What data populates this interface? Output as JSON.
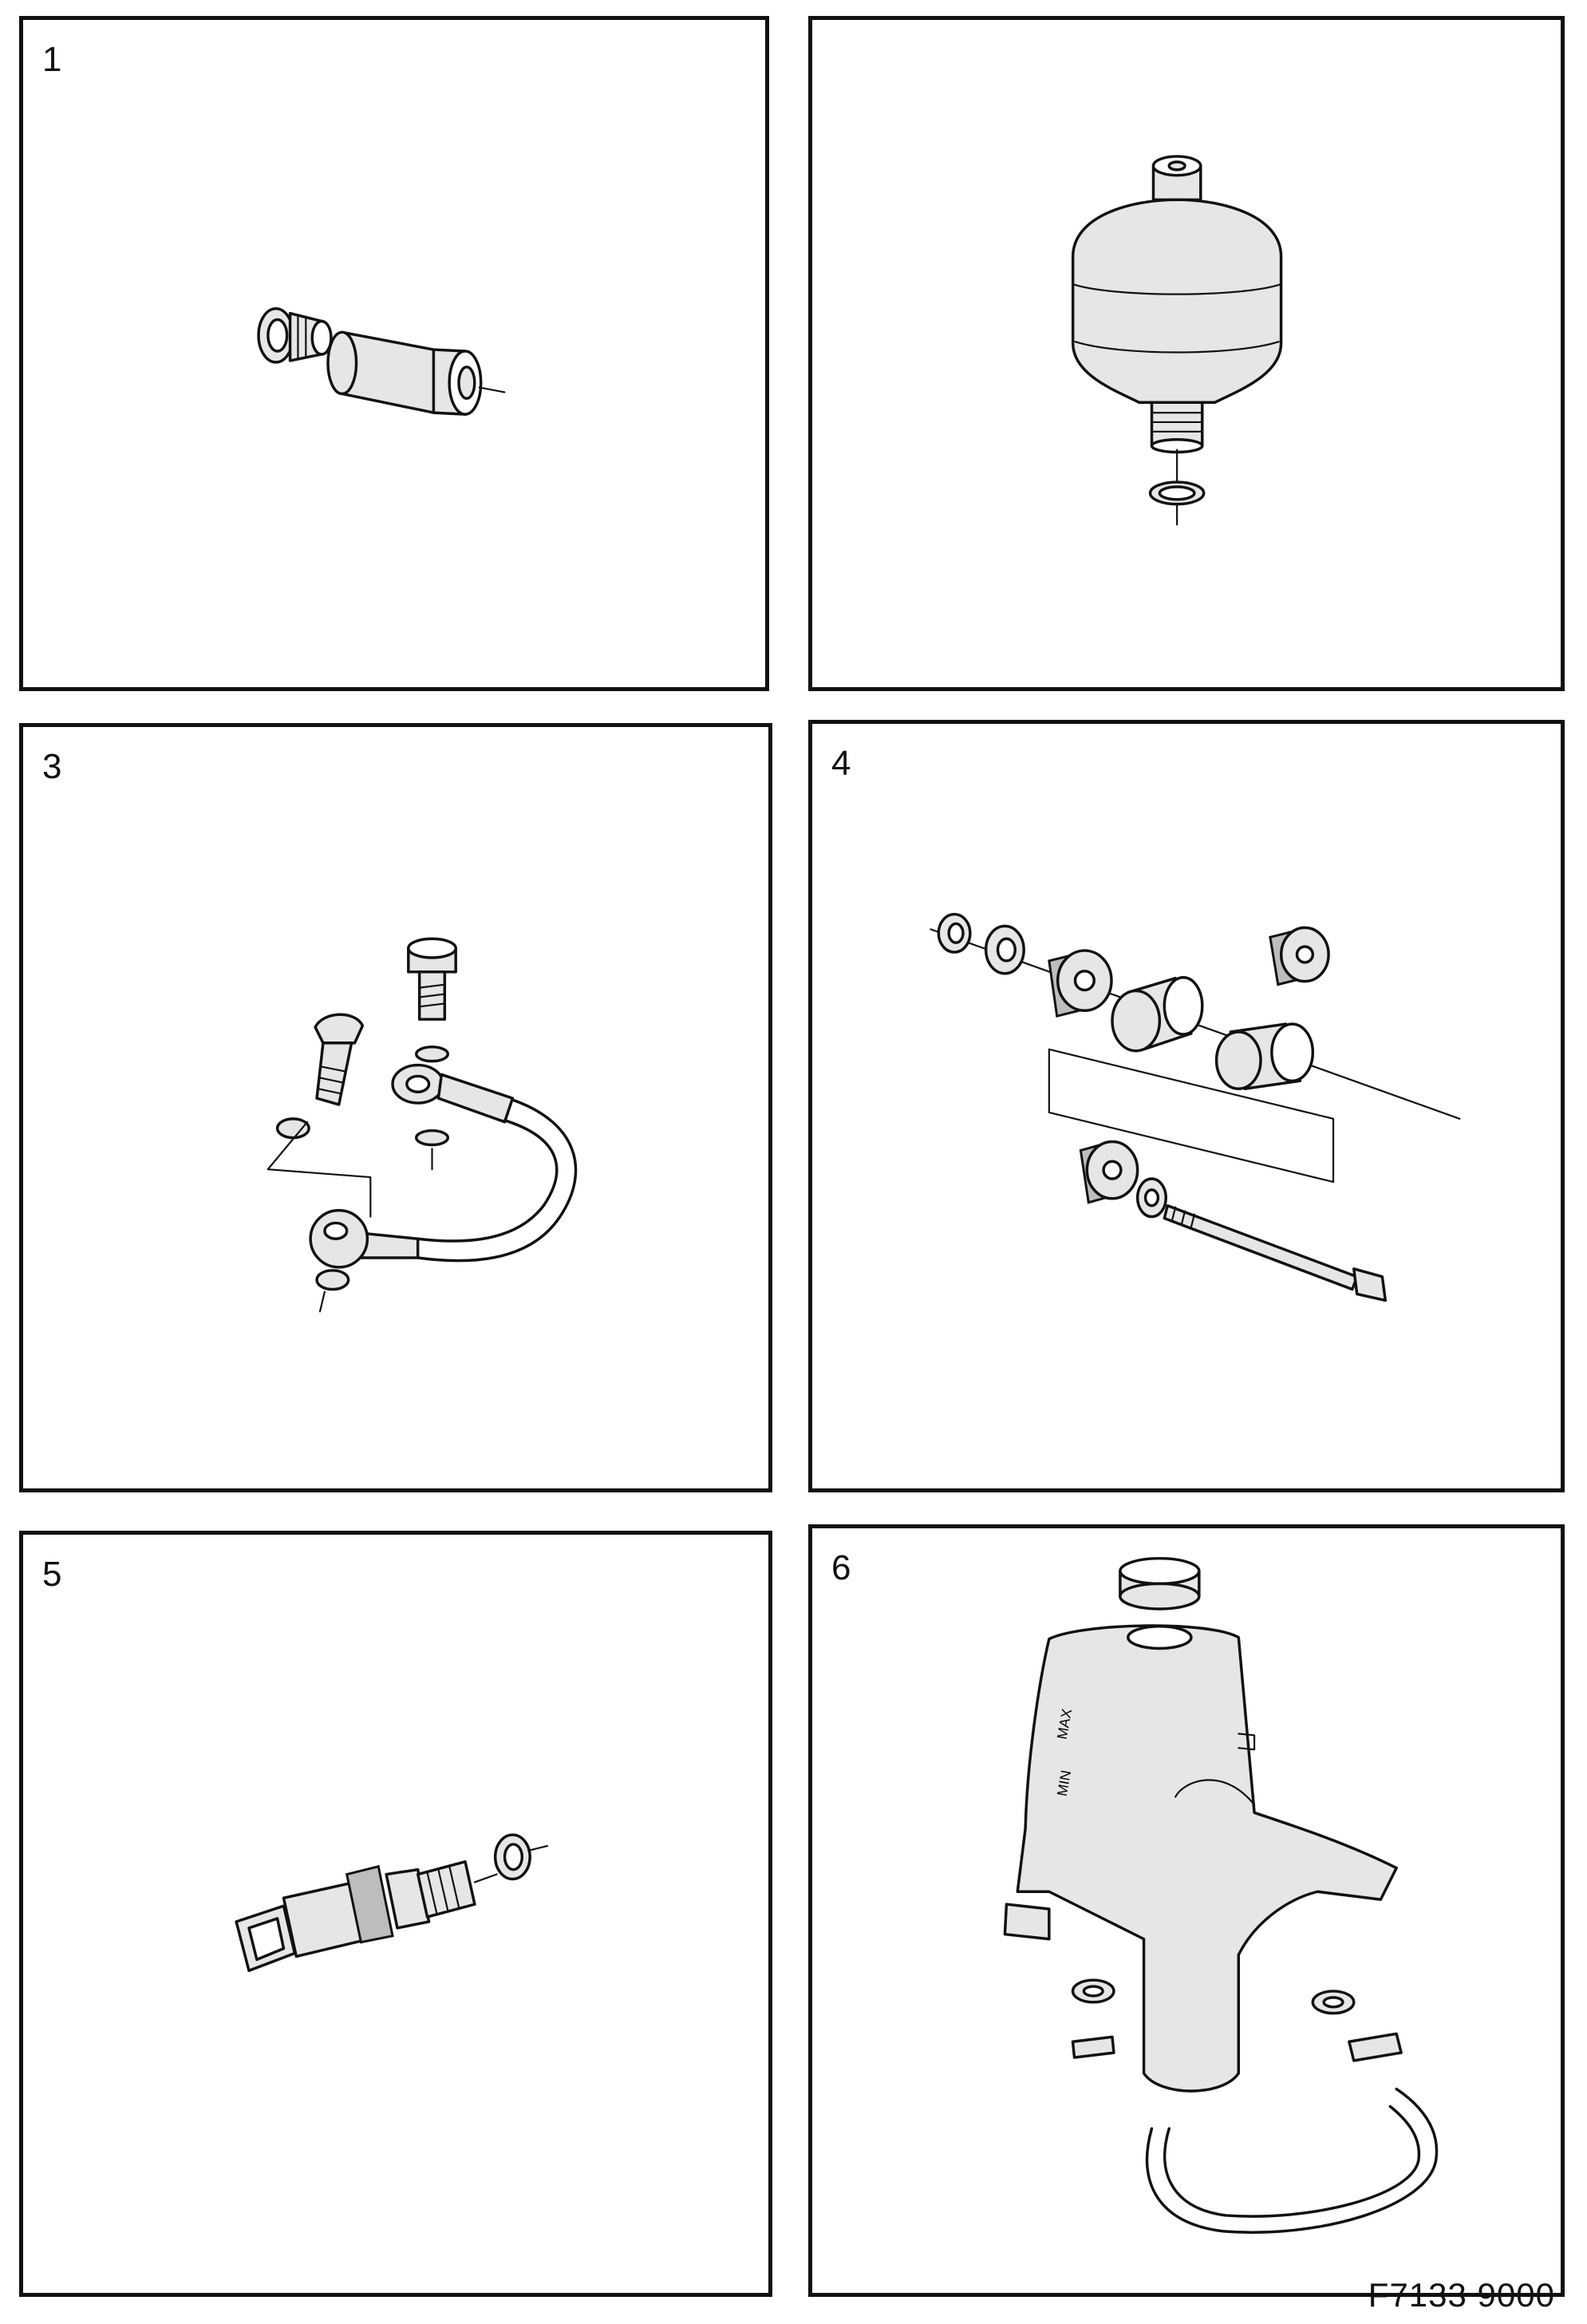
{
  "panels": [
    {
      "number": "1",
      "part": "union-and-seal"
    },
    {
      "number": "",
      "part": "pressure-accumulator"
    },
    {
      "number": "3",
      "part": "banjo-hose-assembly"
    },
    {
      "number": "4",
      "part": "rubber-bushing-set"
    },
    {
      "number": "5",
      "part": "pressure-sensor"
    },
    {
      "number": "6",
      "part": "fluid-reservoir"
    }
  ],
  "reservoir_marks": {
    "max": "MAX",
    "min": "MIN"
  },
  "drawing_code": "F7133 9000"
}
